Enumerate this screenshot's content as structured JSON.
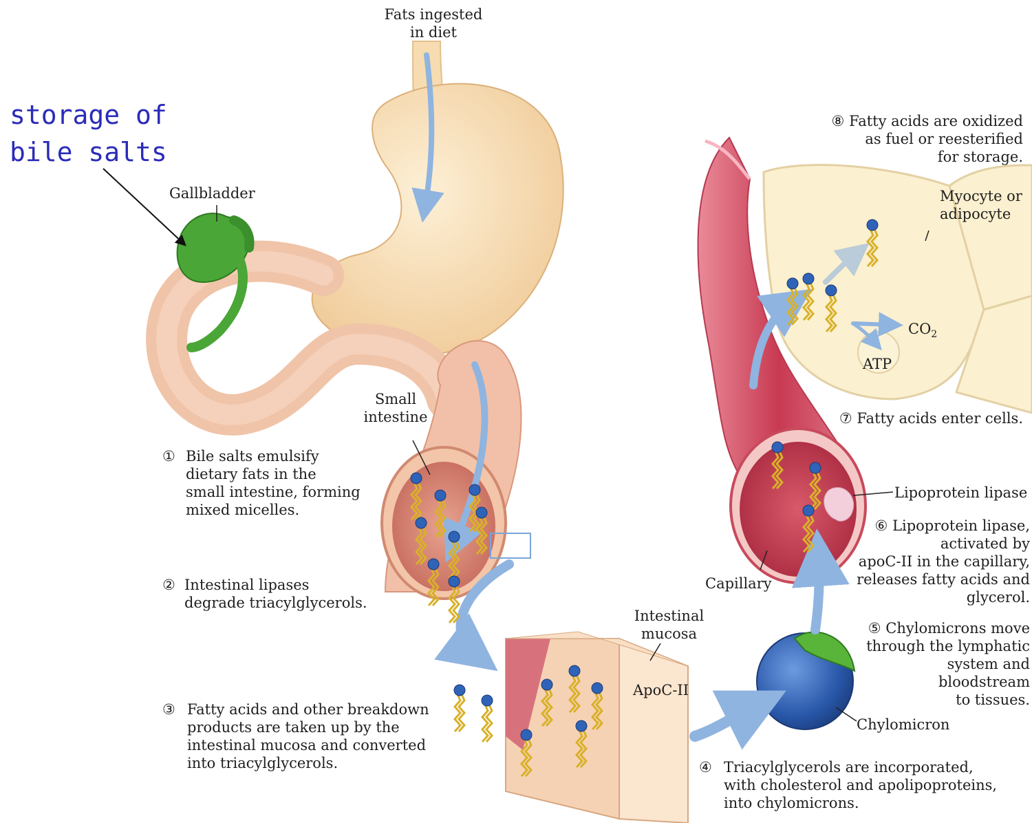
{
  "annotation": {
    "lines": [
      "storage of",
      "bile salts"
    ]
  },
  "labels": {
    "fats_ingested": [
      "Fats ingested",
      "in diet"
    ],
    "gallbladder": "Gallbladder",
    "small_intestine": [
      "Small",
      "intestine"
    ],
    "intestinal_mucosa": [
      "Intestinal",
      "mucosa"
    ],
    "apoc": "ApoC-II",
    "chylomicron": "Chylomicron",
    "capillary": "Capillary",
    "lipoprotein_lipase": "Lipoprotein lipase",
    "myocyte": [
      "Myocyte or",
      "adipocyte"
    ],
    "co2": "CO",
    "co2_sub": "2",
    "atp": "ATP"
  },
  "steps": [
    {
      "num": "①",
      "lines": [
        "Bile salts emulsify",
        "dietary fats in the",
        "small intestine, forming",
        "mixed micelles."
      ]
    },
    {
      "num": "②",
      "lines": [
        "Intestinal lipases",
        "degrade triacylglycerols."
      ]
    },
    {
      "num": "③",
      "lines": [
        "Fatty acids and other breakdown",
        "products are taken up by the",
        "intestinal mucosa and converted",
        "into triacylglycerols."
      ]
    },
    {
      "num": "④",
      "lines": [
        "Triacylglycerols are incorporated,",
        "with cholesterol and apolipoproteins,",
        "into chylomicrons."
      ]
    },
    {
      "num": "⑤",
      "lines": [
        "Chylomicrons move",
        "through the lymphatic",
        "system and",
        "bloodstream",
        "to tissues."
      ]
    },
    {
      "num": "⑥",
      "lines": [
        "Lipoprotein lipase,",
        "activated by",
        "apoC-II in the capillary,",
        "releases fatty acids and",
        "glycerol."
      ]
    },
    {
      "num": "⑦",
      "lines": [
        "Fatty acids enter cells."
      ]
    },
    {
      "num": "⑧",
      "lines": [
        "Fatty acids are oxidized",
        "as fuel or reesterified",
        "for storage."
      ]
    }
  ],
  "colors": {
    "stomach": "#f6dcb0",
    "intestine": "#f2c3a8",
    "gallbladder": "#4aa636",
    "capillary": "#c9475a",
    "chylomicron": "#2f63b8",
    "arrow": "#8fb4e0",
    "cell": "#fbf0cf",
    "annotation": "#2b2bb8"
  }
}
